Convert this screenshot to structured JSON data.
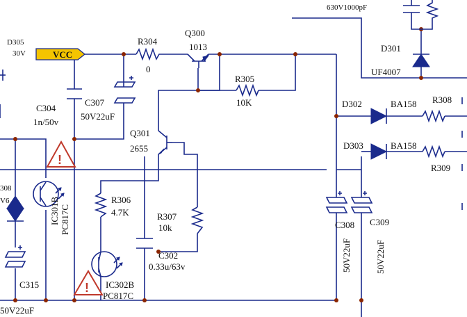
{
  "labels": {
    "cap_top": "630V1000pF",
    "d305": "D305",
    "d305_v": "30V",
    "vcc": "VCC",
    "r304": "R304",
    "r304_v": "0",
    "q300": "Q300",
    "q300_v": "1013",
    "r305": "R305",
    "r305_v": "10K",
    "d301": "D301",
    "d301_v": "UF4007",
    "c304": "C304",
    "c304_v": "1n/50v",
    "c307": "C307",
    "c307_v": "50V22uF",
    "d302": "D302",
    "d302_v": "BA158",
    "r308": "R308",
    "d303": "D303",
    "d303_v": "BA158",
    "r309": "R309",
    "q301": "Q301",
    "q301_v": "2655",
    "r306": "R306",
    "r306_v": "4.7K",
    "r307": "R307",
    "r307_v": "10k",
    "c302": "C302",
    "c302_v": "0.33u/63v",
    "ic301": "IC301B",
    "ic301_v": "PC817C",
    "ic302": "IC302B",
    "ic302_v": "PC817C",
    "d308": "308",
    "d308_v": "V6",
    "c315": "C315",
    "c315_v": "50V22uF",
    "c308": "C308",
    "c308_v": "50V22uF",
    "c309": "C309",
    "c309_v": "50V22uF"
  }
}
